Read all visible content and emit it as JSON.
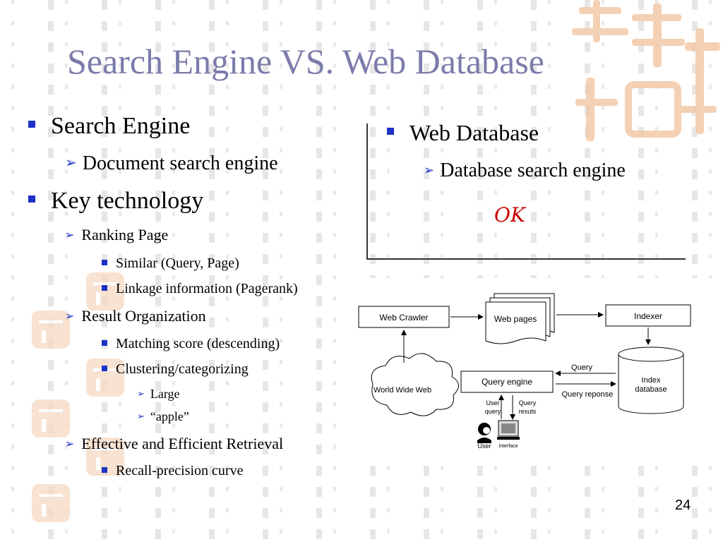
{
  "title": "Search Engine VS. Web Database",
  "left": {
    "items": [
      {
        "label": "Search Engine",
        "sub": [
          {
            "label": "Document search engine"
          }
        ]
      },
      {
        "label": "Key technology"
      }
    ],
    "ranking": {
      "label": "Ranking Page",
      "items": [
        "Similar (Query, Page)",
        "Linkage information (Pagerank)"
      ]
    },
    "result": {
      "label": "Result Organization",
      "items": [
        "Matching score (descending)",
        "Clustering/categorizing"
      ],
      "sub": [
        "Large",
        "“apple”"
      ]
    },
    "retrieval": {
      "label": "Effective and Efficient Retrieval",
      "items": [
        "Recall-precision curve"
      ]
    }
  },
  "right": {
    "label": "Web Database",
    "sub": "Database search engine",
    "ok": "OK"
  },
  "diagram": {
    "web_crawler": "Web Crawler",
    "web_pages": "Web pages",
    "indexer": "Indexer",
    "world_wide_web": "World Wide Web",
    "query_engine": "Query engine",
    "index_database_1": "Index",
    "index_database_2": "database",
    "query": "Query",
    "query_reponse": "Query reponse",
    "user_query_1": "User",
    "user_query_2": "query",
    "query_results_1": "Query",
    "query_results_2": "resuts",
    "user": "User",
    "interface": "Interface"
  },
  "page_number": "24",
  "colors": {
    "title": "#7b7bab",
    "bullet": "#1c32c8",
    "ok": "#cc0000",
    "seal": "#f6d9c2"
  }
}
